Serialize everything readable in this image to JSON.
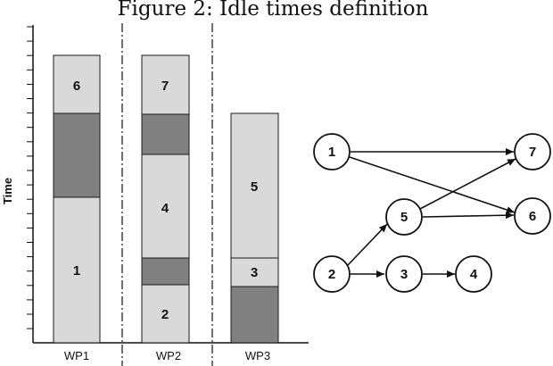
{
  "title": "Figure 2: Idle times definition",
  "gantt": {
    "ylabel": "Time",
    "workpackages": [
      {
        "label": "WP1",
        "blocks": [
          {
            "type": "task",
            "label": "1"
          },
          {
            "type": "idle",
            "label": ""
          },
          {
            "type": "task",
            "label": "6"
          }
        ]
      },
      {
        "label": "WP2",
        "blocks": [
          {
            "type": "task",
            "label": "2"
          },
          {
            "type": "idle",
            "label": ""
          },
          {
            "type": "task",
            "label": "4"
          },
          {
            "type": "idle",
            "label": ""
          },
          {
            "type": "task",
            "label": "7"
          }
        ]
      },
      {
        "label": "WP3",
        "blocks": [
          {
            "type": "idle",
            "label": ""
          },
          {
            "type": "task",
            "label": "3"
          },
          {
            "type": "task",
            "label": "5"
          }
        ]
      }
    ],
    "colors": {
      "task": "#d9d9d9",
      "idle": "#808080",
      "border": "#1a1a1a"
    }
  },
  "graph": {
    "nodes": [
      {
        "id": "1",
        "label": "1"
      },
      {
        "id": "2",
        "label": "2"
      },
      {
        "id": "3",
        "label": "3"
      },
      {
        "id": "4",
        "label": "4"
      },
      {
        "id": "5",
        "label": "5"
      },
      {
        "id": "6",
        "label": "6"
      },
      {
        "id": "7",
        "label": "7"
      }
    ],
    "edges": [
      {
        "from": "1",
        "to": "7"
      },
      {
        "from": "1",
        "to": "6"
      },
      {
        "from": "5",
        "to": "7"
      },
      {
        "from": "5",
        "to": "6"
      },
      {
        "from": "2",
        "to": "5"
      },
      {
        "from": "2",
        "to": "3"
      },
      {
        "from": "3",
        "to": "4"
      }
    ]
  }
}
